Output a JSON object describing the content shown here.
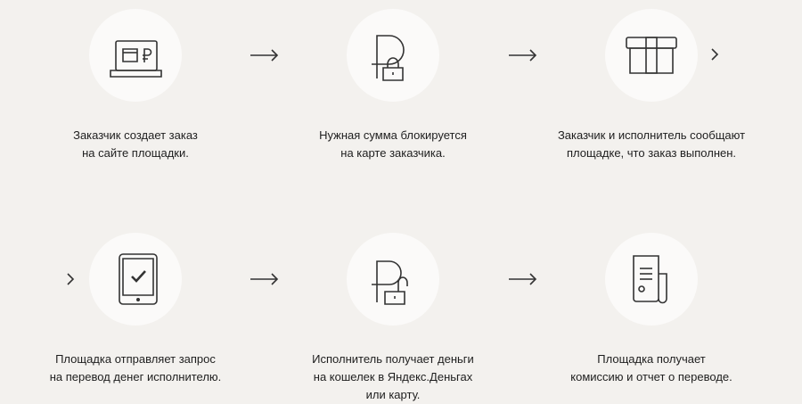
{
  "steps": [
    {
      "icon": "laptop-ruble-icon",
      "caption_line1": "Заказчик создает заказ",
      "caption_line2": "на сайте площадки.",
      "caption_line3": ""
    },
    {
      "icon": "ruble-lock-closed-icon",
      "caption_line1": "Нужная сумма блокируется",
      "caption_line2": "на карте заказчика.",
      "caption_line3": ""
    },
    {
      "icon": "gift-box-icon",
      "caption_line1": "Заказчик и исполнитель сообщают",
      "caption_line2": "площадке, что заказ выполнен.",
      "caption_line3": ""
    },
    {
      "icon": "tablet-check-icon",
      "caption_line1": "Площадка отправляет запрос",
      "caption_line2": "на перевод денег исполнителю.",
      "caption_line3": ""
    },
    {
      "icon": "ruble-lock-open-icon",
      "caption_line1": "Исполнитель получает деньги",
      "caption_line2": "на кошелек в Яндекс.Деньгах",
      "caption_line3": "или карту."
    },
    {
      "icon": "receipt-icon",
      "caption_line1": "Площадка получает",
      "caption_line2": "комиссию и отчет о переводе.",
      "caption_line3": ""
    }
  ],
  "connectors": {
    "arrow": "right-arrow-icon",
    "continue": "chevron-right-icon"
  },
  "colors": {
    "background": "#f3f1ee",
    "circle": "#fbfaf9",
    "stroke": "#333333",
    "text": "#1e1e1e"
  }
}
